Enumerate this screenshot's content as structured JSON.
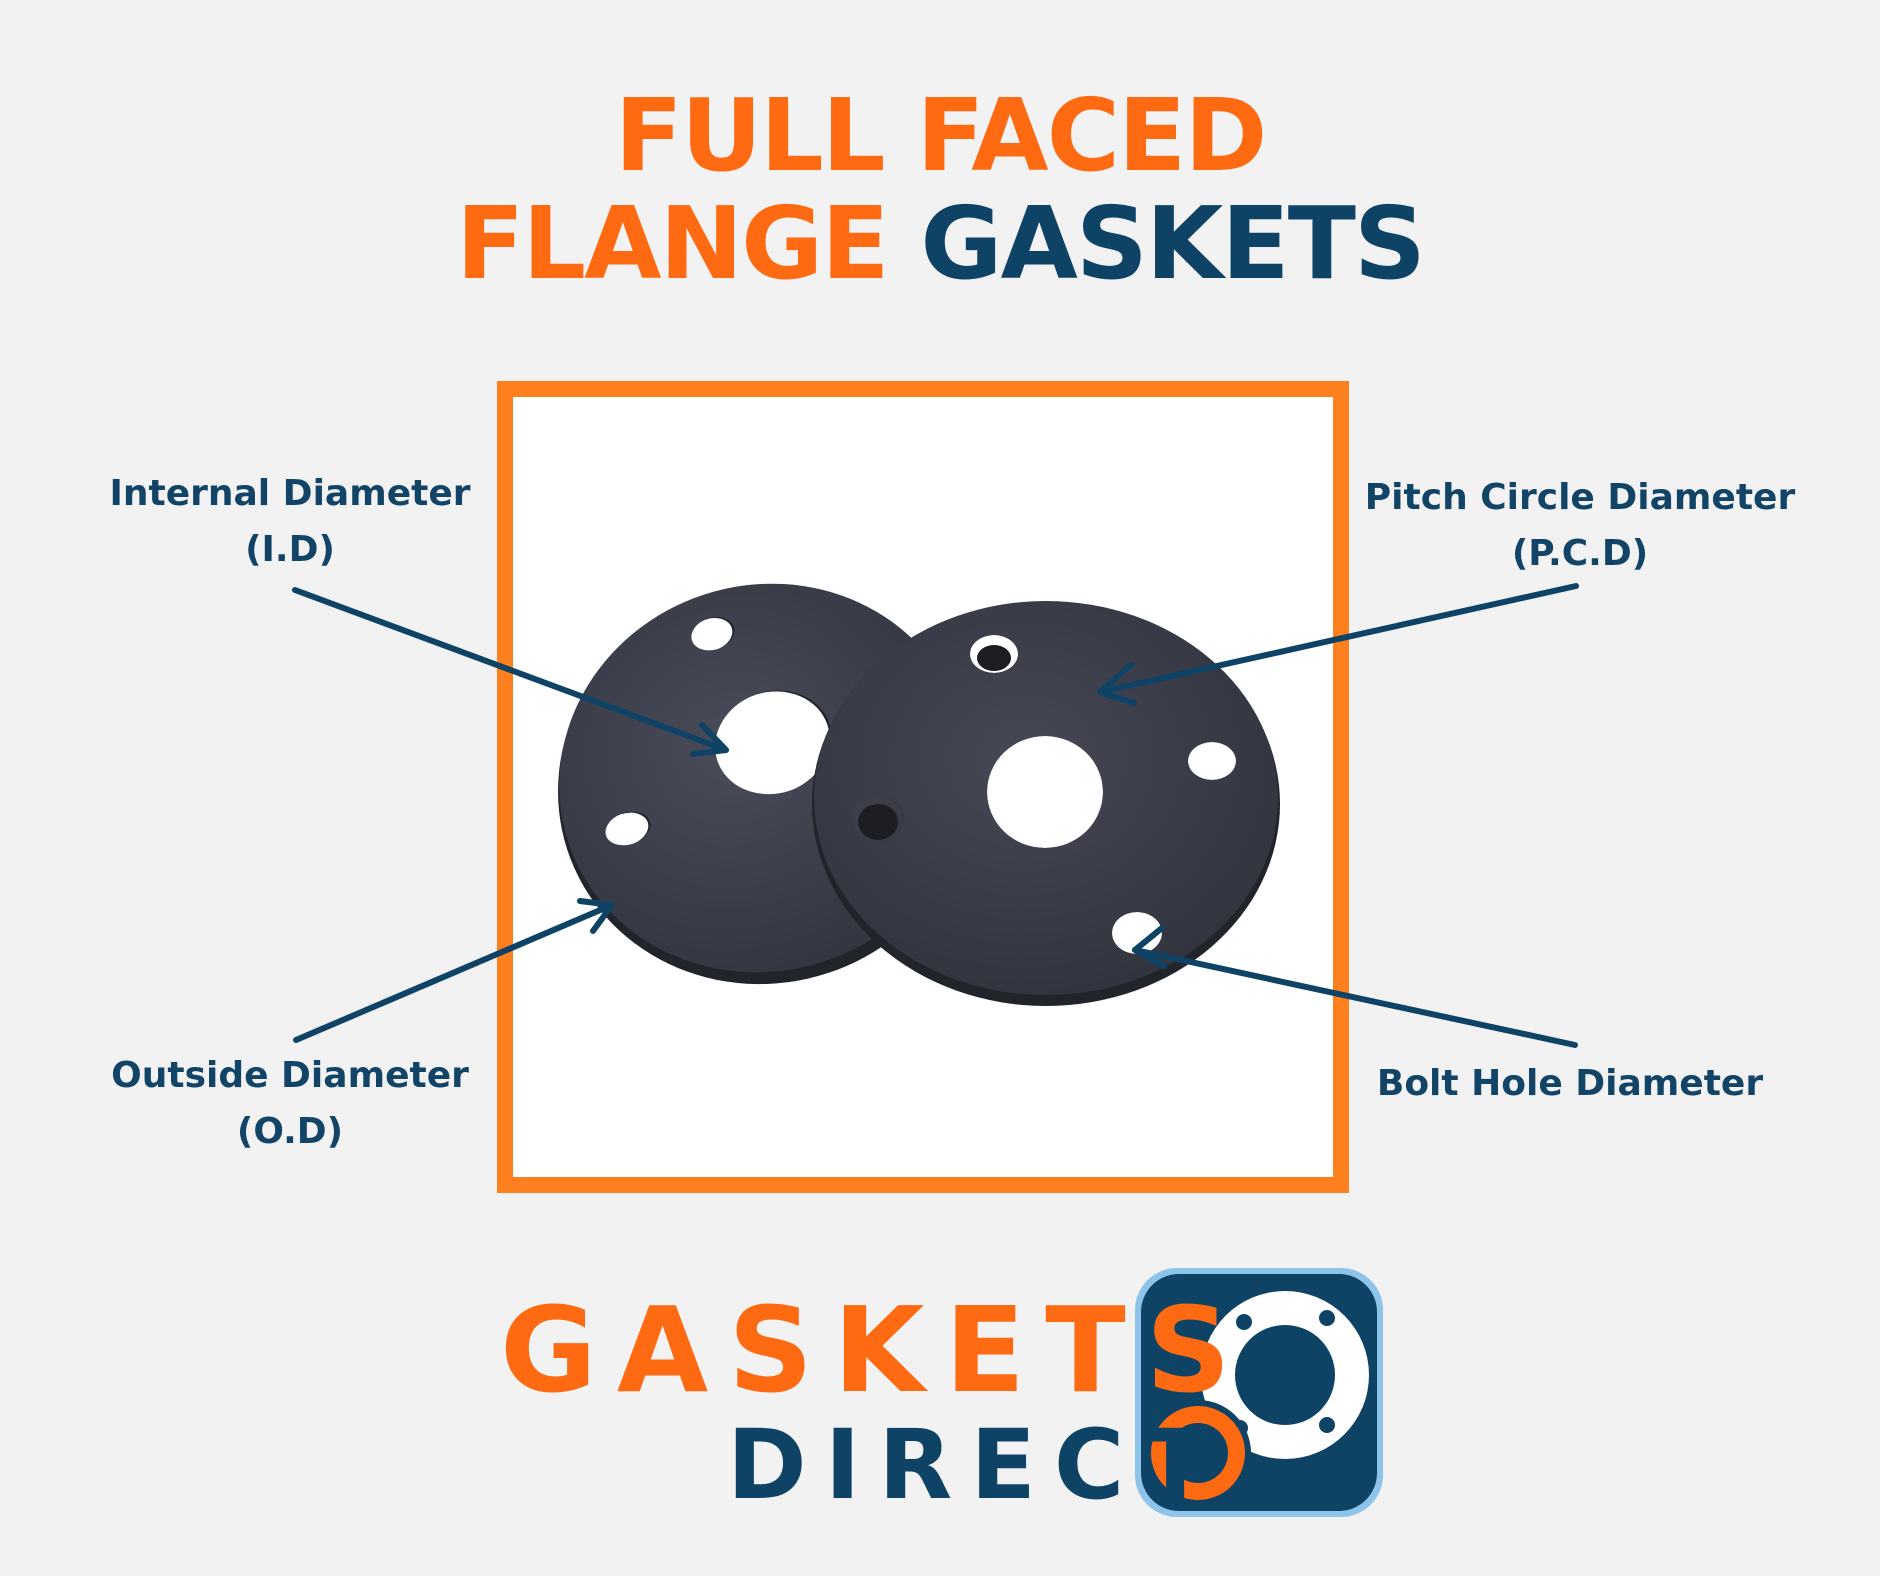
{
  "title": {
    "line1": "FULL FACED",
    "line2_word1": "FLANGE",
    "line2_word2": "GASKETS"
  },
  "callouts": {
    "internal": {
      "line1": "Internal Diameter",
      "line2": "(I.D)"
    },
    "pitch": {
      "line1": "Pitch Circle Diameter",
      "line2": "(P.C.D)"
    },
    "outside": {
      "line1": "Outside Diameter",
      "line2": "(O.D)"
    },
    "bolt": {
      "line1": "Bolt Hole Diameter"
    }
  },
  "logo": {
    "word1": "GASKETS",
    "word2": "DIRECT"
  },
  "colors": {
    "orange": "#fe6a12",
    "frame_orange": "#fd7f1e",
    "navy": "#0f4366",
    "background": "#f2f2f2",
    "gasket": "#3d3f4c",
    "logo_badge_border": "#8ec4ea"
  }
}
